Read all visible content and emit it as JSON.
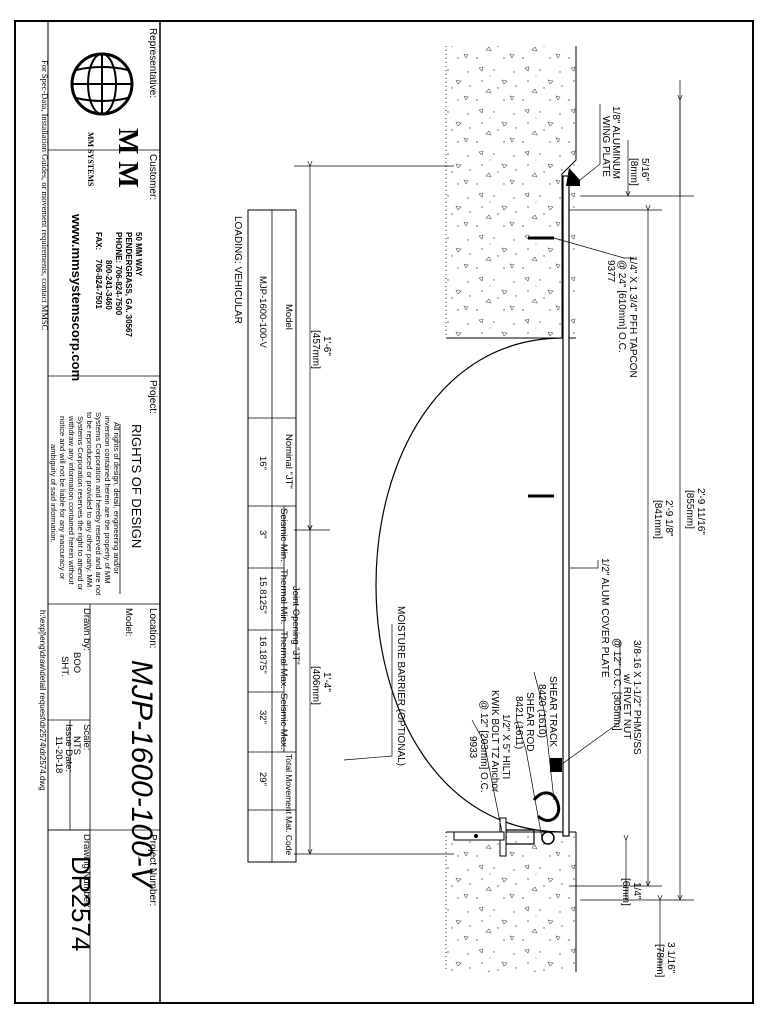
{
  "labels": {
    "wing_plate": [
      "1/8\" ALUMINUM",
      "WING PLATE"
    ],
    "dim_5_16": [
      "5/16\"",
      "[8mm]"
    ],
    "tapcon": [
      "1/4\" X 1 3/4\" PFH TAPCON",
      "@ 24\" [610mm] O.C.",
      "9377"
    ],
    "dim_2_9_11_16": [
      "2'-9 11/16\"",
      "[855mm]"
    ],
    "dim_2_9_1_8": [
      "2'-9 1/8\"",
      "[841mm]"
    ],
    "cover_plate": "1/2\" ALUM COVER PLATE",
    "phms": [
      "3/8-16 X 1-1/2\" PHMS/SS",
      "w/ RIVET NUT",
      "@ 12\" O.C. [305mm]"
    ],
    "shear_track": [
      "SHEAR TRACK",
      "8420 (1610)"
    ],
    "shear_rod": [
      "SHEAR ROD",
      "8421 (1611)"
    ],
    "hilti": [
      "1/2\" X 5\" HILTI",
      "KWIK BOLT TZ Anchor",
      "@ 12\" [203mm] O.C.",
      "9933"
    ],
    "moisture_barrier": "MOISTURE BARRIER (OPTIONAL)",
    "dim_1_6": [
      "1'-6\"",
      "[457mm]"
    ],
    "dim_1_4": [
      "1'-4\"",
      "[406mm]"
    ],
    "dim_1_4in": [
      "1/4\"",
      "[6mm]"
    ],
    "dim_3_1_16": [
      "3 1/16\"",
      "[78mm]"
    ]
  },
  "table": {
    "caption": "LOADING: VEHICULAR",
    "group_header": "Joint Opening \"JT\"",
    "headers": [
      "Model",
      "Nominal \"JT\"",
      "Seismic Min.",
      "Thermal Min.",
      "Thermal Max.",
      "Seismic Max.",
      "Total Movement",
      "Mat. Code"
    ],
    "row": [
      "MJP-1600-100-V",
      "16\"",
      "3\"",
      "15.8125\"",
      "16.1875\"",
      "32\"",
      "29\"",
      ""
    ]
  },
  "title_block": {
    "representative": "Representative:",
    "customer": "Customer:",
    "project": "Project:",
    "location": "Location:",
    "project_number": "Project Number:",
    "project_number_value": "-",
    "logo_letters": "M M",
    "company": "MM SYSTEMS",
    "address": [
      "50 MM WAY",
      "PENDERGRASS, GA. 30567",
      "PHONE: 706-824-7500",
      "800-241-3460",
      "FAX:    706-824-7501"
    ],
    "website": "www.mmsystemscorp.com",
    "footer_note": "For Spec-Data, Installation Guides, or movement requirements, contact MMSC",
    "rights_title": "RIGHTS OF DESIGN",
    "rights_text": [
      "All rights of design, detail, engineering and/or",
      "invention contained herein are the property of MM",
      "Systems Corporation and hereby reserved and are not",
      "to be reproduced or provided to any other party. MM",
      "Systems Corporation reserves the right to amend or",
      "withdraw any information contained herein without",
      "notice and will not be liable for any inaccuracy or",
      "ambiguity of said information."
    ],
    "model_label": "Model:",
    "model_value": "MJP-1600-100-V",
    "drawn_by_label": "Drawn by:",
    "drawn_by_value": "BOO",
    "scale_label": "Scale:",
    "scale_value": "NTS",
    "drawing_number_label": "Drawing Number:",
    "drawing_number_value": "DR2574",
    "issue_date_label": "Issue Date:",
    "issue_date_value": "11-20-18",
    "sht_label": "SHT.",
    "file_path": "h:\\exp]\\eng\\draw\\detail request\\dr2574\\dr2574.dwg"
  }
}
